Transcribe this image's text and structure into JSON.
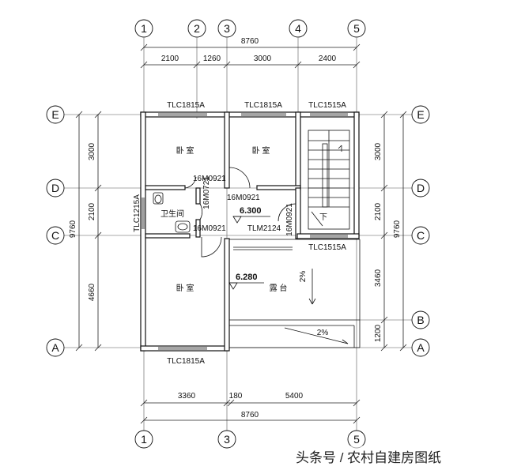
{
  "columns": {
    "top": [
      "1",
      "2",
      "3",
      "4",
      "5"
    ],
    "bottom": [
      "1",
      "3",
      "5"
    ]
  },
  "rows": {
    "left": [
      "E",
      "D",
      "C",
      "A"
    ],
    "right": [
      "E",
      "D",
      "C",
      "B",
      "A"
    ]
  },
  "top_dims": {
    "total": "8760",
    "segments": [
      "2100",
      "1260",
      "3000",
      "2400"
    ]
  },
  "bottom_dims": {
    "segments": [
      "3360",
      "180",
      "5400"
    ],
    "total": "8760"
  },
  "left_dims": {
    "segments": [
      "3000",
      "2100",
      "4660"
    ],
    "total": "9760"
  },
  "right_dims": {
    "segments": [
      "3000",
      "2100",
      "3460",
      "1200"
    ],
    "total": "9760"
  },
  "windows": {
    "w1": "TLC1815A",
    "w2": "TLC1815A",
    "w3": "TLC1515A",
    "w4": "TLC1215A",
    "w5": "TLC1515A",
    "w6": "TLC1815A",
    "w7": "TLM2124"
  },
  "doors": {
    "d1": "16M0921",
    "d2": "16M0721",
    "d3": "16M0921",
    "d4": "16M0921",
    "d5": "16M0921"
  },
  "rooms": {
    "bed1": "卧 室",
    "bed2": "卧 室",
    "bed3": "卧 室",
    "bath": "卫生间",
    "terrace": "露 台"
  },
  "levels": {
    "hall": "6.300",
    "terrace": "6.280"
  },
  "slopes": {
    "s1": "2%",
    "s2": "2%"
  },
  "stair_down": "下",
  "watermark": "头条号 / 农村自建房图纸"
}
